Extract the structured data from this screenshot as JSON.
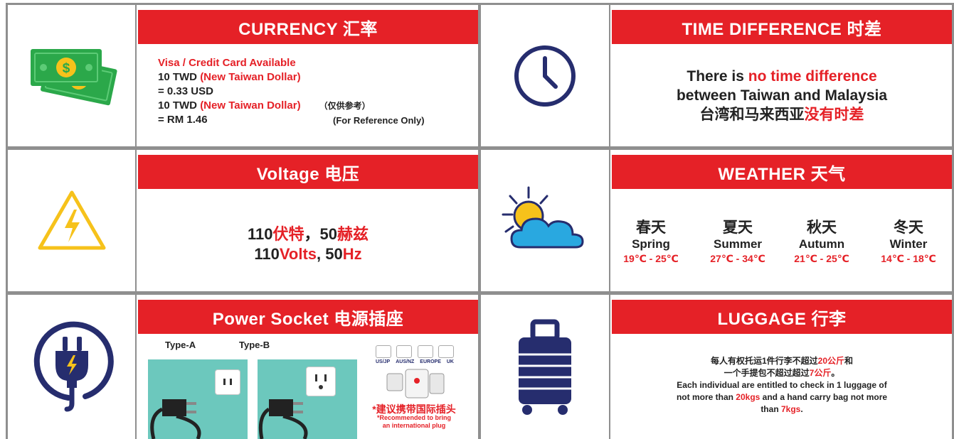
{
  "currency": {
    "title": "CURRENCY 汇率",
    "visa": "Visa / Credit Card Available",
    "line1_a": "10 TWD ",
    "line1_b": "(New Taiwan Dollar)",
    "line2": "= 0.33 USD",
    "line3_a": "10 TWD ",
    "line3_b": "(New Taiwan Dollar)",
    "ref_cn": "（仅供参考）",
    "line4": "= RM 1.46",
    "ref_en": "(For Reference Only)",
    "icon": "money-icon"
  },
  "time": {
    "title": "TIME DIFFERENCE 时差",
    "l1_a": "There is ",
    "l1_b": "no time difference",
    "l2": "between Taiwan and Malaysia",
    "l3_a": "台湾和马来西亚",
    "l3_b": "没有时差",
    "icon": "clock-icon"
  },
  "voltage": {
    "title": "Voltage 电压",
    "l1_a": "110",
    "l1_b": "伏特",
    "l1_c": "，50",
    "l1_d": "赫兹",
    "l2_a": "110",
    "l2_b": "Volts",
    "l2_c": ", 50",
    "l2_d": "Hz",
    "icon": "high-voltage-icon"
  },
  "weather": {
    "title": "WEATHER 天气",
    "icon": "partly-cloudy-icon",
    "seasons": [
      {
        "cn": "春天",
        "en": "Spring",
        "temp": "19℃ - 25℃"
      },
      {
        "cn": "夏天",
        "en": "Summer",
        "temp": "27℃ - 34℃"
      },
      {
        "cn": "秋天",
        "en": "Autumn",
        "temp": "21℃ - 25℃"
      },
      {
        "cn": "冬天",
        "en": "Winter",
        "temp": "14℃ - 18℃"
      }
    ]
  },
  "socket": {
    "title": "Power Socket 电源插座",
    "type_a": "Type-A",
    "type_b": "Type-B",
    "adapter_labels": [
      "US/JP",
      "AUS/NZ",
      "EUROPE",
      "UK"
    ],
    "recommend_cn": "*建议携带国际插头",
    "recommend_en1": "*Recommended to bring",
    "recommend_en2": "an international plug",
    "icon": "plug-icon"
  },
  "luggage": {
    "title": "LUGGAGE 行李",
    "cn1_a": "每人有权托运1件行李不超过",
    "cn1_b": "20公斤",
    "cn1_c": "和",
    "cn2_a": "一个手提包不超过超过",
    "cn2_b": "7公斤",
    "cn2_c": "。",
    "en1": "Each individual are entitled to check in 1 luggage of",
    "en2_a": "not more than ",
    "en2_b": "20kgs",
    "en2_c": " and a hand carry bag not more",
    "en3_a": "than ",
    "en3_b": "7kgs",
    "en3_c": ".",
    "icon": "suitcase-icon"
  },
  "colors": {
    "accent": "#e52127",
    "money": "#2ba84a",
    "navy": "#262d6e",
    "sun": "#f6c21b",
    "cloud": "#29a8e0",
    "socket_bg": "#6cc8bd"
  }
}
